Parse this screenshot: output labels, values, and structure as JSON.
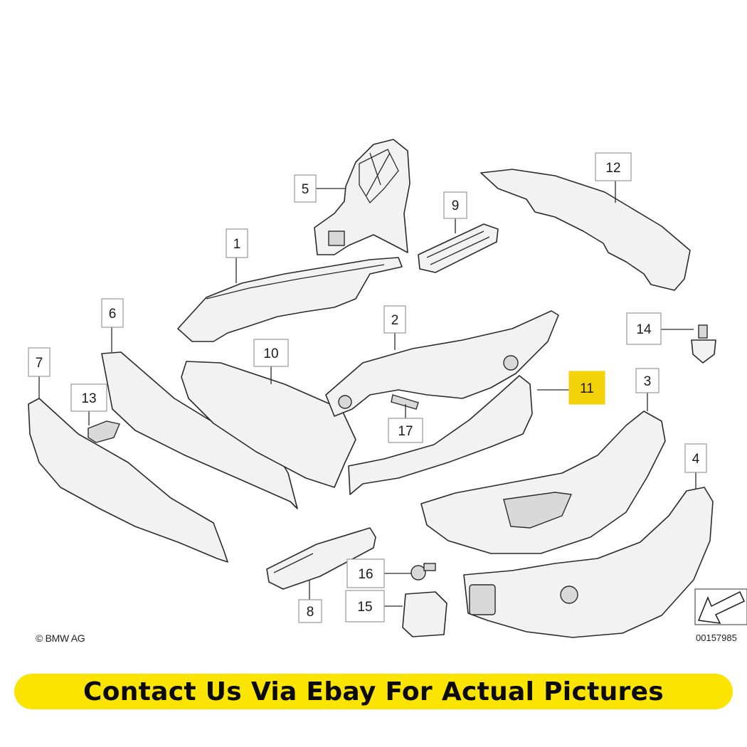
{
  "diagram": {
    "labels": [
      "1",
      "2",
      "3",
      "4",
      "5",
      "6",
      "7",
      "8",
      "9",
      "10",
      "11",
      "12",
      "13",
      "14",
      "15",
      "16",
      "17"
    ],
    "highlighted_label": "11",
    "highlight_color": "#f5d30a"
  },
  "footer": {
    "copyright": "© BMW AG",
    "reference": "00157985"
  },
  "banner": {
    "text": "Contact Us Via Ebay For Actual Pictures",
    "background": "#fbe400"
  }
}
